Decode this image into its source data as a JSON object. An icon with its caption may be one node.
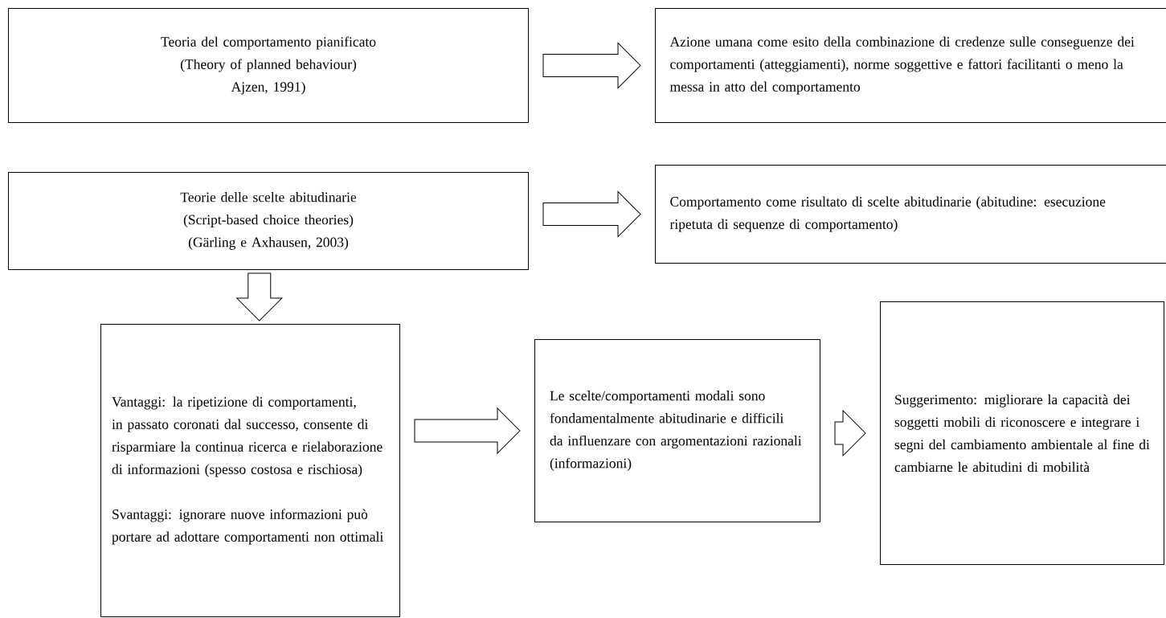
{
  "diagram": {
    "nodes": [
      {
        "text": [
          "Teoria del comportamento pianificato",
          "(Theory of planned behaviour)",
          "Ajzen, 1991)"
        ]
      },
      {
        "text": [
          "Azione umana come esito della combinazione di credenze sulle conseguenze dei comportamenti (atteggiamenti), norme soggettive e fattori facilitanti o meno la messa in atto del comportamento"
        ]
      },
      {
        "text": [
          "Teorie delle scelte abitudinarie",
          "(Script-based choice theories)",
          "(Gärling e Axhausen, 2003)"
        ]
      },
      {
        "text": [
          "Comportamento come risultato di scelte abitudinarie (abitudine: esecuzione ripetuta di sequenze di comportamento)"
        ]
      },
      {
        "text": [
          "Vantaggi: la ripetizione di comportamenti, in passato coronati dal successo, consente di risparmiare la continua ricerca e rielaborazione di informazioni (spesso costosa e rischiosa)",
          "Svantaggi: ignorare nuove informazioni può portare ad adottare comportamenti non ottimali"
        ]
      },
      {
        "text": [
          "Le scelte/comportamenti modali sono fondamentalmente abitudinarie e difficili da influenzare con argomentazioni razionali (informazioni)"
        ]
      },
      {
        "text": [
          "Suggerimento: migliorare la capacità dei soggetti mobili di riconoscere e integrare i segni del cambiamento ambientale al fine di cambiarne le abitudini di mobilità"
        ]
      }
    ],
    "edges": [
      {
        "from": 0,
        "to": 1,
        "arrow": "to"
      },
      {
        "from": 2,
        "to": 3,
        "arrow": "to"
      },
      {
        "from": 2,
        "to": 4,
        "arrow": "to"
      },
      {
        "from": 4,
        "to": 5,
        "arrow": "to"
      },
      {
        "from": 5,
        "to": 6,
        "arrow": "to"
      }
    ]
  }
}
